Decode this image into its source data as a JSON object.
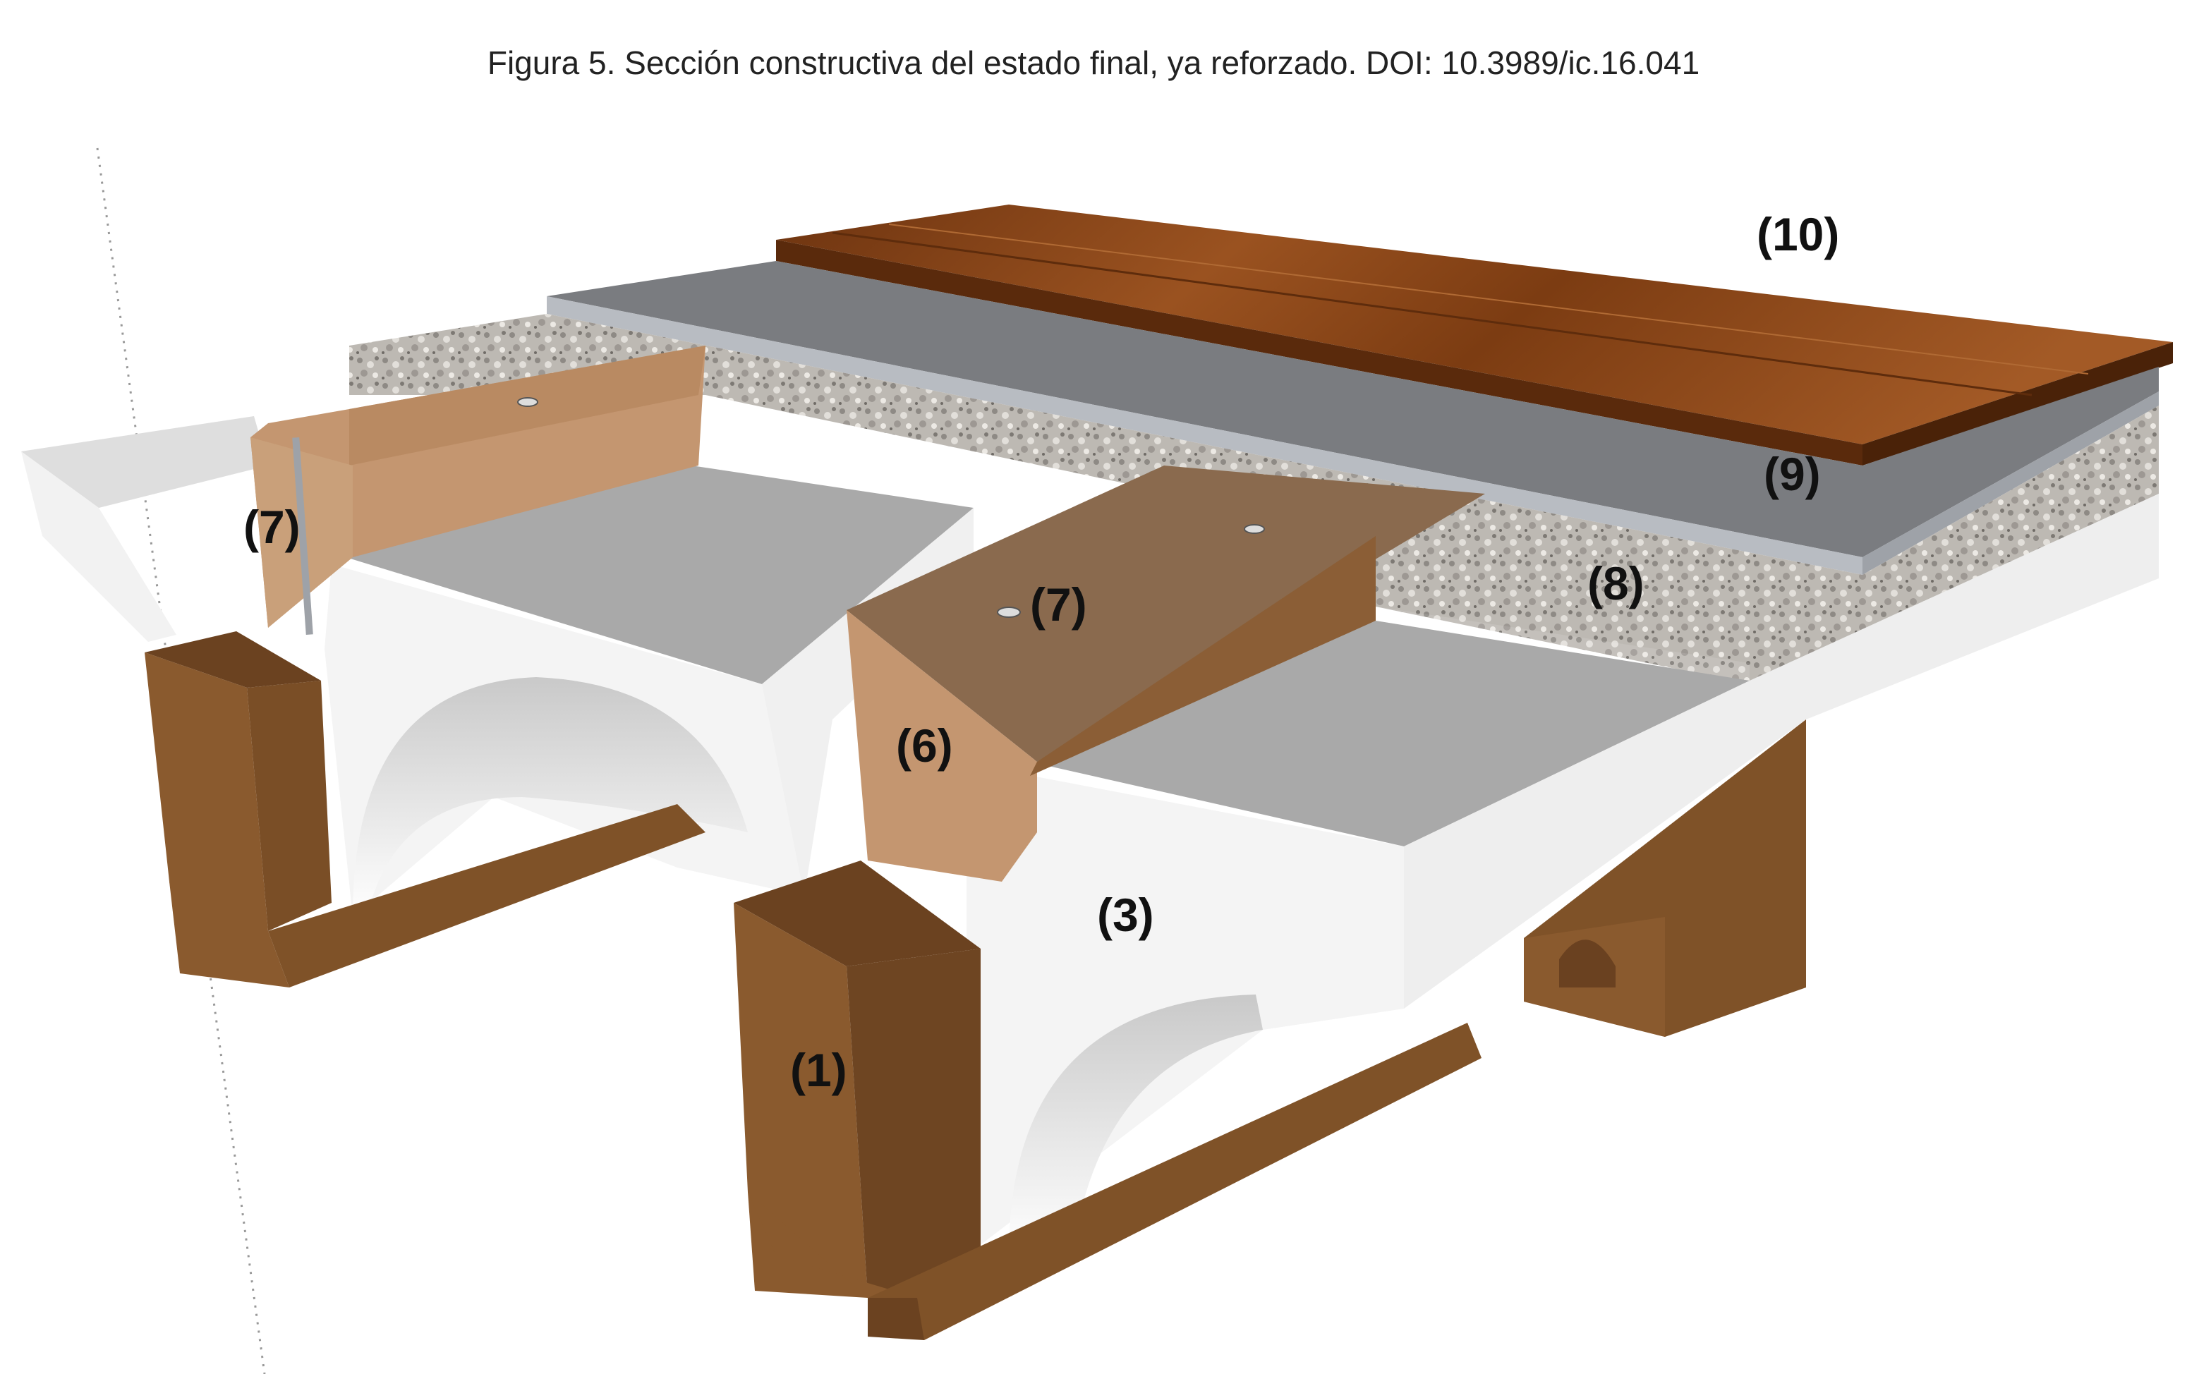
{
  "caption": "Figura 5. Sección constructiva del estado final, ya reforzado. DOI: 10.3989/ic.16.041",
  "labels": {
    "l10": "(10)",
    "l9": "(9)",
    "l8": "(8)",
    "l7_left": "(7)",
    "l7_center": "(7)",
    "l6": "(6)",
    "l3": "(3)",
    "l1": "(1)"
  },
  "colors": {
    "wood_floor": "#7a3d12",
    "grey_slab": "#7a7c80",
    "aggregate": "#b8b4ae",
    "new_timber": "#c49670",
    "old_beam": "#7f5228",
    "plaster_arch": "#f4f4f4",
    "vault_top": "#a9a9a9"
  }
}
